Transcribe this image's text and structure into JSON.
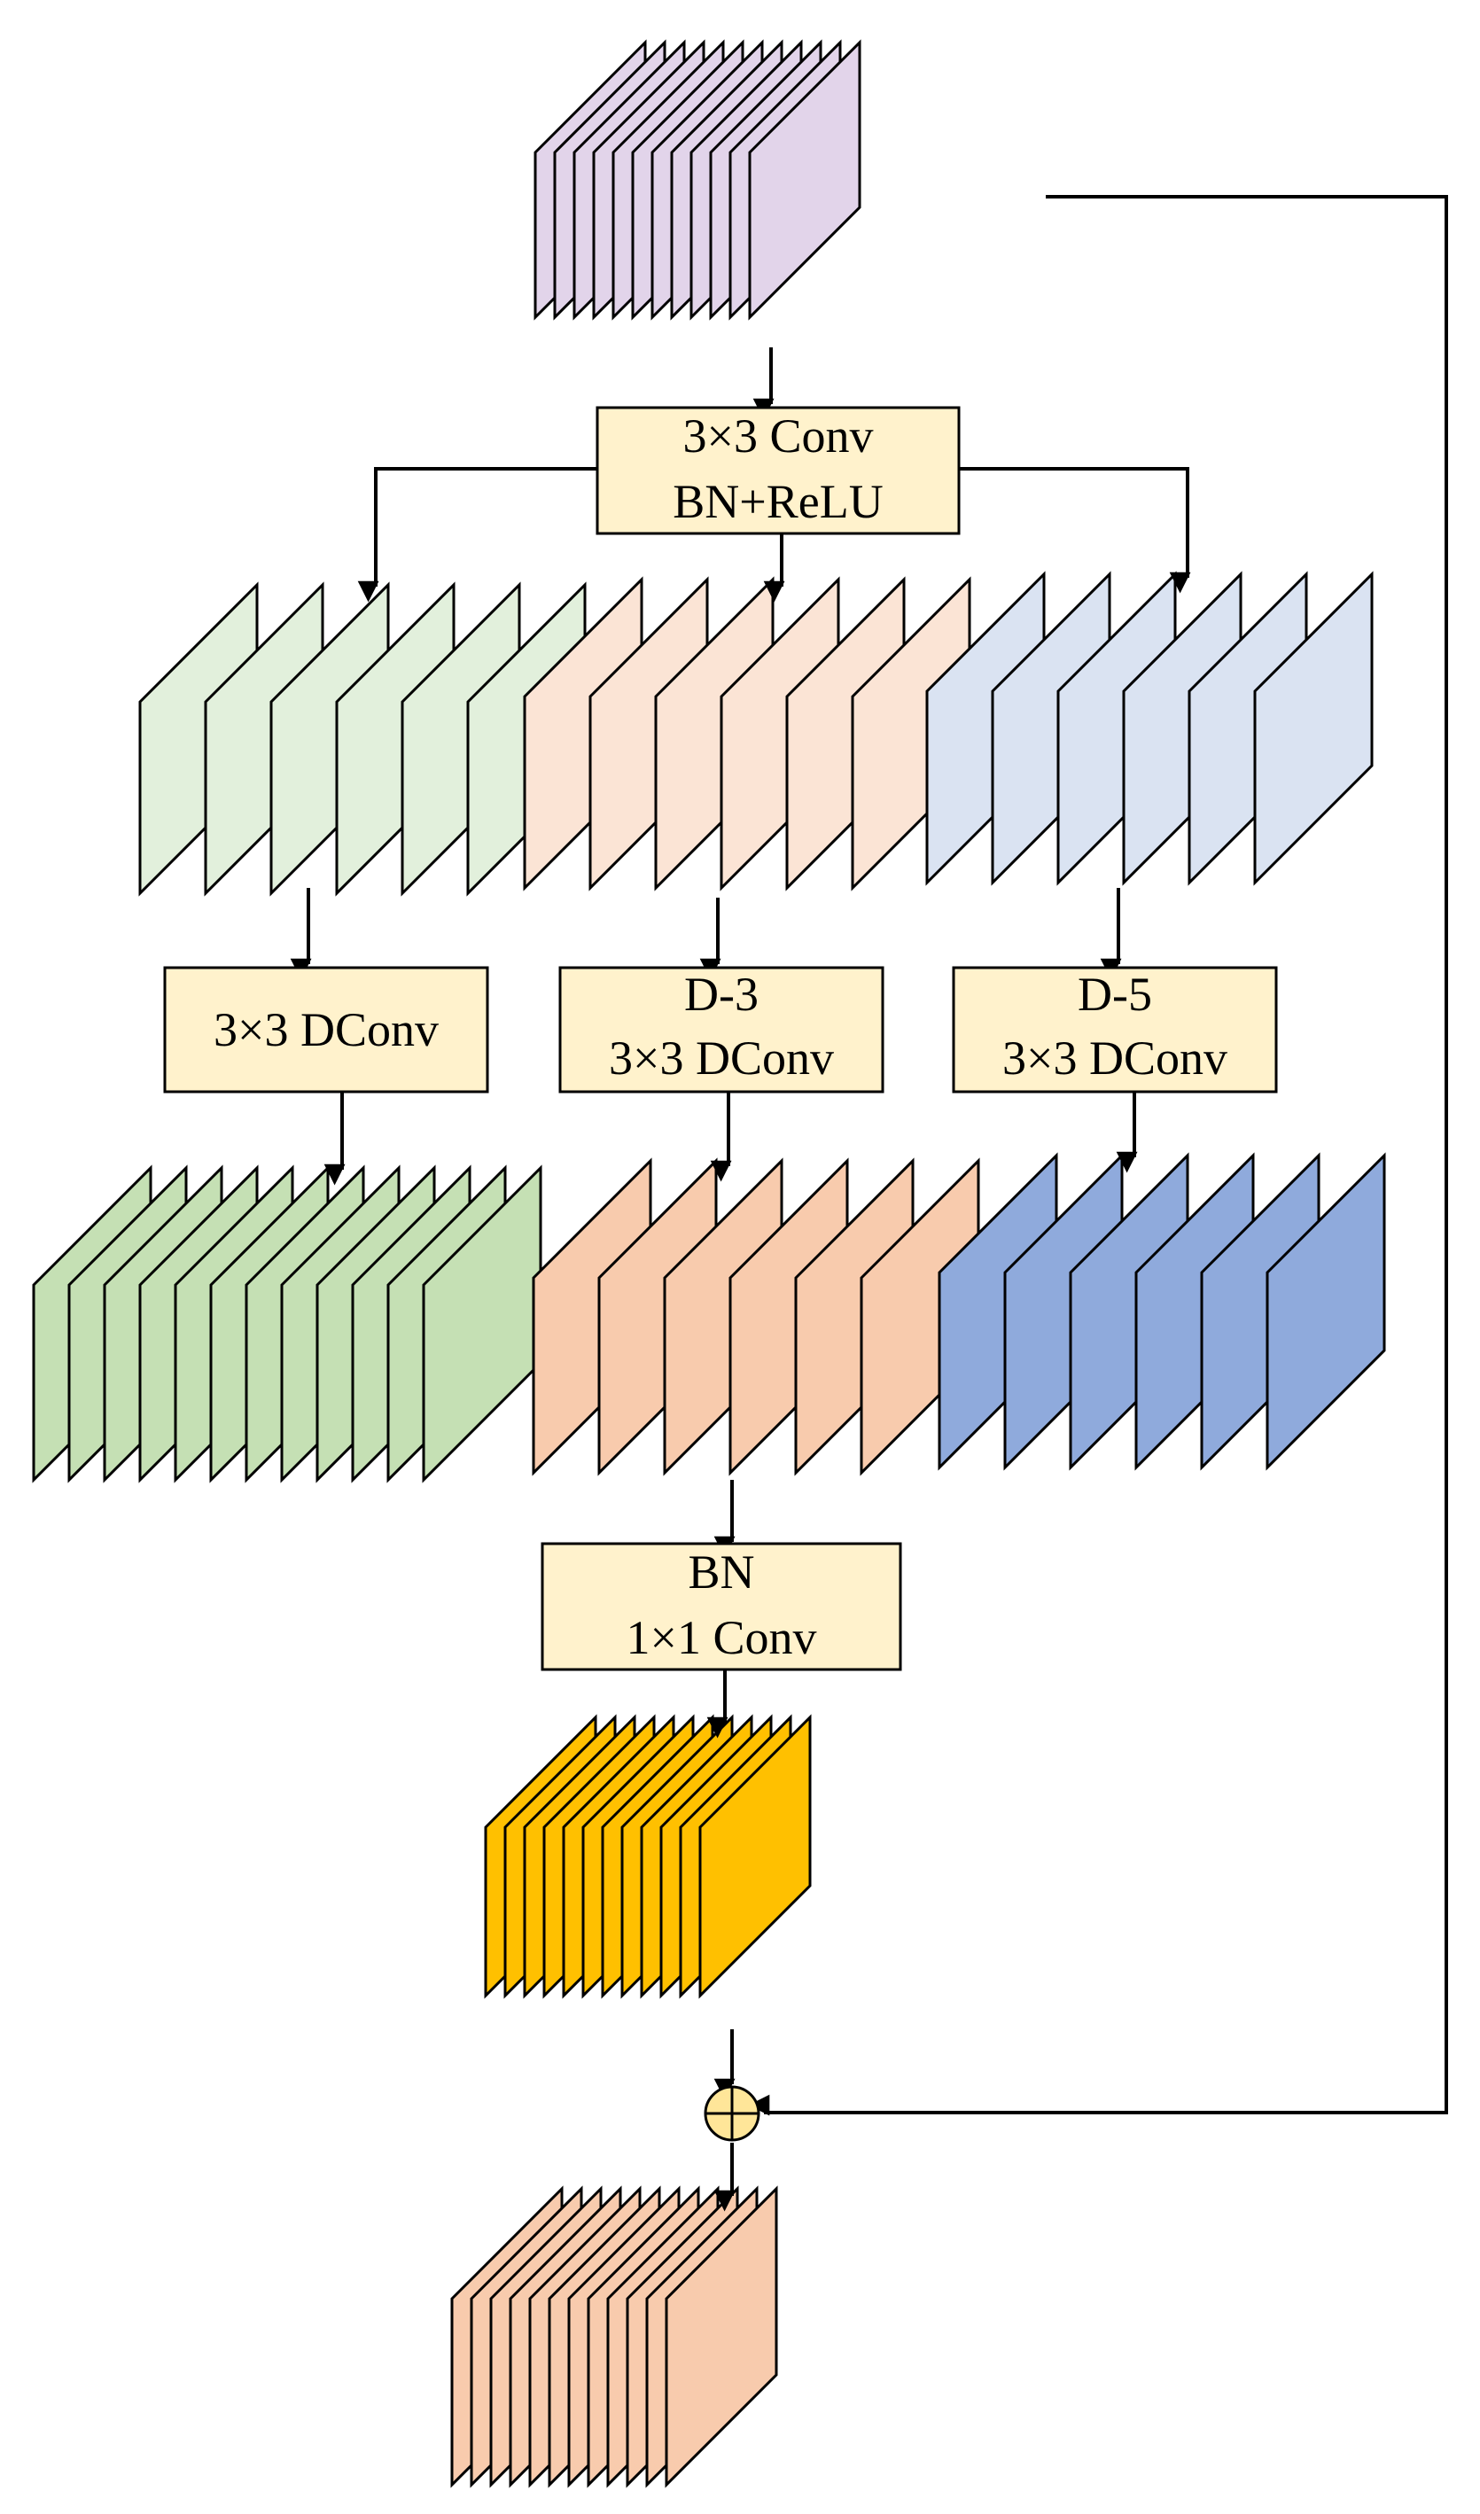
{
  "diagram": {
    "colors": {
      "input_stack": "#e2d4ea",
      "branch_light_green": "#e2f0dc",
      "branch_light_orange": "#fbe4d5",
      "branch_light_blue": "#dae3f2",
      "branch_green": "#c5e0b4",
      "branch_orange": "#f8cbad",
      "branch_blue": "#8faadc",
      "fused_stack": "#ffc000",
      "output_stack": "#f8cbad",
      "op_box": "#fff2cc",
      "sum_node": "#ffe699"
    },
    "operations": [
      {
        "id": "conv_bn_relu",
        "lines": [
          "3×3 Conv",
          "BN+ReLU"
        ]
      },
      {
        "id": "dconv_branch1",
        "lines": [
          "3×3 DConv"
        ]
      },
      {
        "id": "dconv_branch2",
        "lines": [
          "D-3",
          "3×3 DConv"
        ]
      },
      {
        "id": "dconv_branch3",
        "lines": [
          "D-5",
          "3×3 DConv"
        ]
      },
      {
        "id": "bn_conv1x1",
        "lines": [
          "BN",
          "1×1 Conv"
        ]
      }
    ],
    "sum_node": {
      "icon": "circled-plus-icon"
    }
  }
}
